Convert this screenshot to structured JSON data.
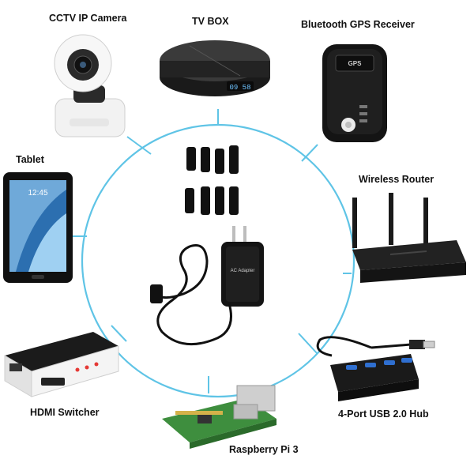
{
  "hub": {
    "product": "AC Adapter",
    "product_plate_text": "AC Adapter",
    "accent_color": "#5fc4e6"
  },
  "devices": [
    {
      "id": "cctv",
      "label": "CCTV IP Camera"
    },
    {
      "id": "tvbox",
      "label": "TV BOX",
      "display_text": "09 58"
    },
    {
      "id": "gps",
      "label": "Bluetooth GPS Receiver",
      "device_text": "GPS"
    },
    {
      "id": "tablet",
      "label": "Tablet",
      "screen_time": "12:45"
    },
    {
      "id": "router",
      "label": "Wireless Router"
    },
    {
      "id": "hdmi",
      "label": "HDMI Switcher"
    },
    {
      "id": "rpi",
      "label": "Raspberry Pi 3"
    },
    {
      "id": "usbhub",
      "label": "4-Port USB 2.0 Hub"
    }
  ]
}
